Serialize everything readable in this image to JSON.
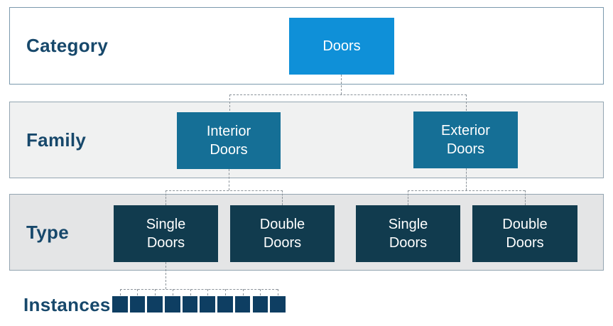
{
  "palette": {
    "category_node": "#0f90d8",
    "family_node": "#156f96",
    "type_node": "#113b4e",
    "instance_square": "#0e3e62",
    "label_text": "#17486b",
    "node_text": "#ffffff",
    "connector": "#8b939a",
    "row1_bg": "#ffffff",
    "row2_bg": "#f0f1f1",
    "row3_bg": "#e4e5e6"
  },
  "rows": {
    "category": {
      "label": "Category"
    },
    "family": {
      "label": "Family"
    },
    "type": {
      "label": "Type"
    },
    "instances": {
      "label": "Instances"
    }
  },
  "nodes": {
    "category": {
      "lines": [
        "Doors"
      ]
    },
    "family": [
      {
        "lines": [
          "Interior",
          "Doors"
        ]
      },
      {
        "lines": [
          "Exterior",
          "Doors"
        ]
      }
    ],
    "type": [
      {
        "lines": [
          "Single",
          "Doors"
        ]
      },
      {
        "lines": [
          "Double",
          "Doors"
        ]
      },
      {
        "lines": [
          "Single",
          "Doors"
        ]
      },
      {
        "lines": [
          "Double",
          "Doors"
        ]
      }
    ]
  },
  "instances": {
    "count": 10
  }
}
